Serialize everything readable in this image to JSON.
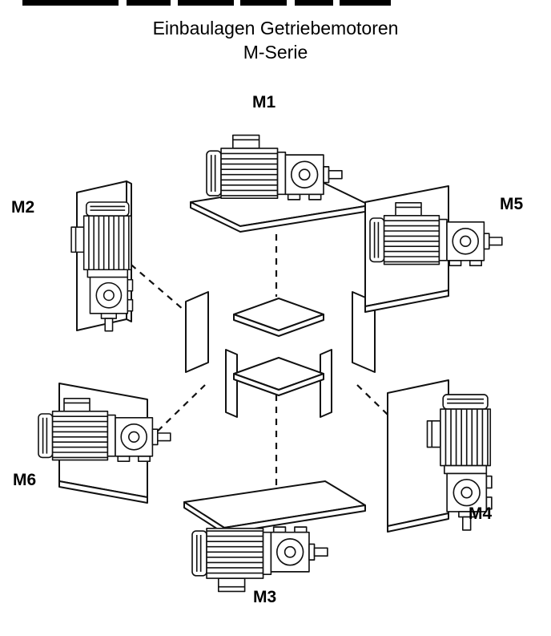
{
  "title": {
    "line1": "Einbaulagen Getriebemotoren",
    "line2": "M-Serie"
  },
  "labels": {
    "m1": "M1",
    "m2": "M2",
    "m3": "M3",
    "m4": "M4",
    "m5": "M5",
    "m6": "M6"
  },
  "colors": {
    "line": "#111111",
    "background": "#ffffff",
    "text": "#000000"
  }
}
